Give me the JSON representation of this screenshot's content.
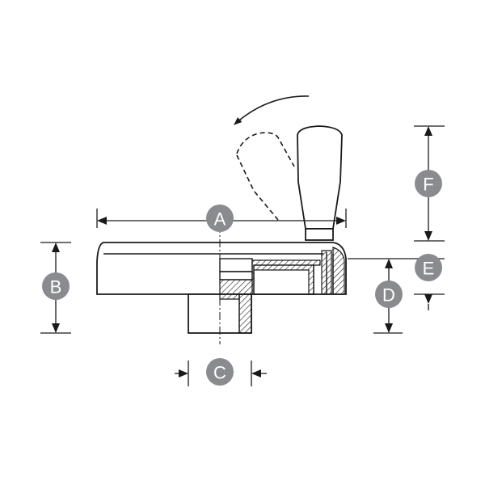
{
  "colors": {
    "line": "#1a1a1a",
    "badge": "#8a8b8f",
    "badge_text": "#ffffff",
    "background": "#ffffff"
  },
  "dimensions": {
    "A": "A",
    "B": "B",
    "C": "C",
    "D": "D",
    "E": "E",
    "F": "F"
  }
}
